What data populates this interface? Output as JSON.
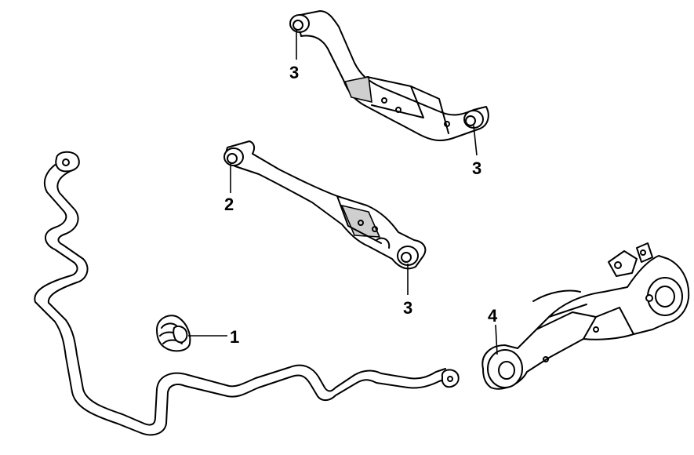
{
  "callouts": {
    "c1": "1",
    "c2": "2",
    "c3_top": "3",
    "c3_right": "3",
    "c3_mid": "3",
    "c4": "4"
  }
}
